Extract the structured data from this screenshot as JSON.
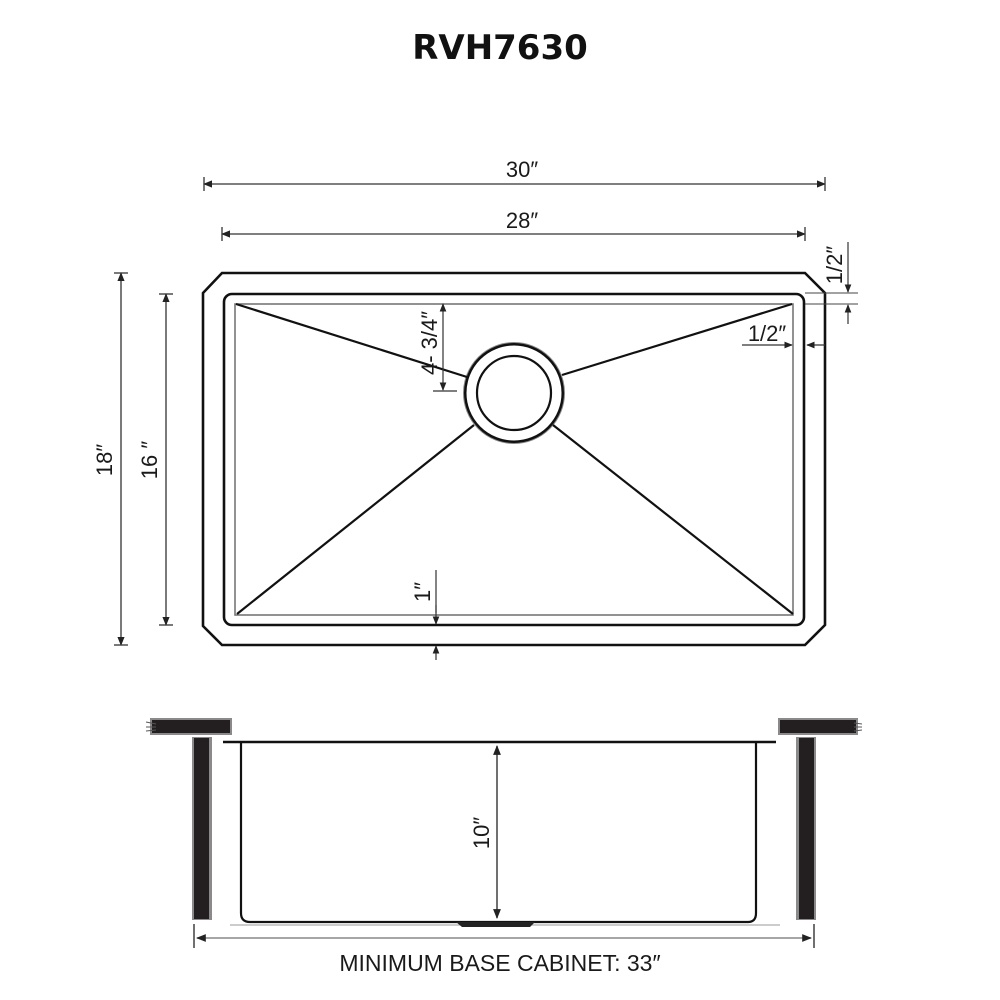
{
  "title": "RVH7630",
  "top_view": {
    "outer_width": "30″",
    "inner_width": "28″",
    "outer_height": "18″",
    "inner_height": "16 ″",
    "drain_offset": "4- 3/4″",
    "flange_top": "1/2″",
    "flange_side": "1/2″",
    "flange_bottom": "1″"
  },
  "side_view": {
    "depth": "10″"
  },
  "caption": "MINIMUM BASE CABINET: 33″",
  "colors": {
    "line": "#111111",
    "dim_line": "#333333",
    "cabinet": "#231f20",
    "cabinet_edge": "#8a8a8a",
    "background": "#ffffff"
  }
}
